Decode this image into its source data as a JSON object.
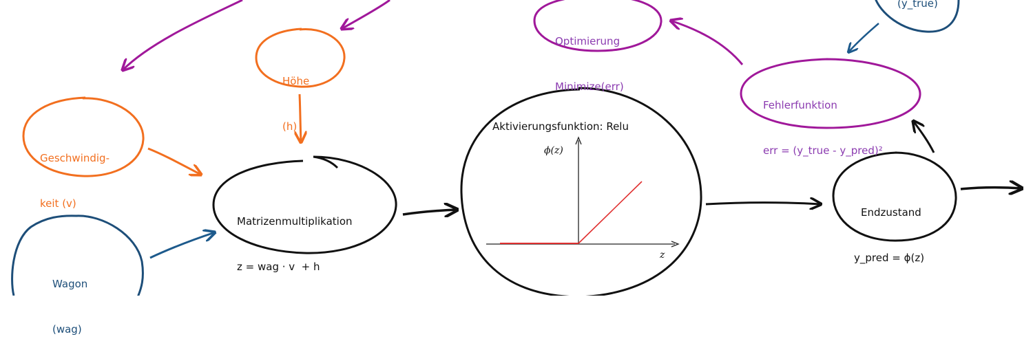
{
  "colors": {
    "orange": "#f26f1f",
    "blue": "#1d4e79",
    "purple": "#8b3bb0",
    "magenta": "#a0189a",
    "black": "#111111",
    "relu": "#e03030"
  },
  "nodes": {
    "hoehe": {
      "line1": "Höhe",
      "line2": "(h)"
    },
    "geschwindigkeit": {
      "line1": "Geschwindig-",
      "line2": "keit (v)"
    },
    "wagon": {
      "line1": "Wagon",
      "line2": "(wag)"
    },
    "matmul": {
      "line1": "Matrizenmultiplikation",
      "line2": "z = wag · v  + h"
    },
    "activation": {
      "title": "Aktivierungsfunktion: Relu",
      "y_axis": "ϕ(z)",
      "x_axis": "z"
    },
    "endzustand": {
      "line1": "Endzustand",
      "line2": "y_pred = ϕ(z)"
    },
    "fehler": {
      "line1": "Fehlerfunktion",
      "line2": "err = (y_true - y_pred)²"
    },
    "optimierung": {
      "line1": "Optimierung",
      "line2": "Minimize(err)"
    },
    "ytrue": {
      "label": "(y_true)"
    }
  }
}
